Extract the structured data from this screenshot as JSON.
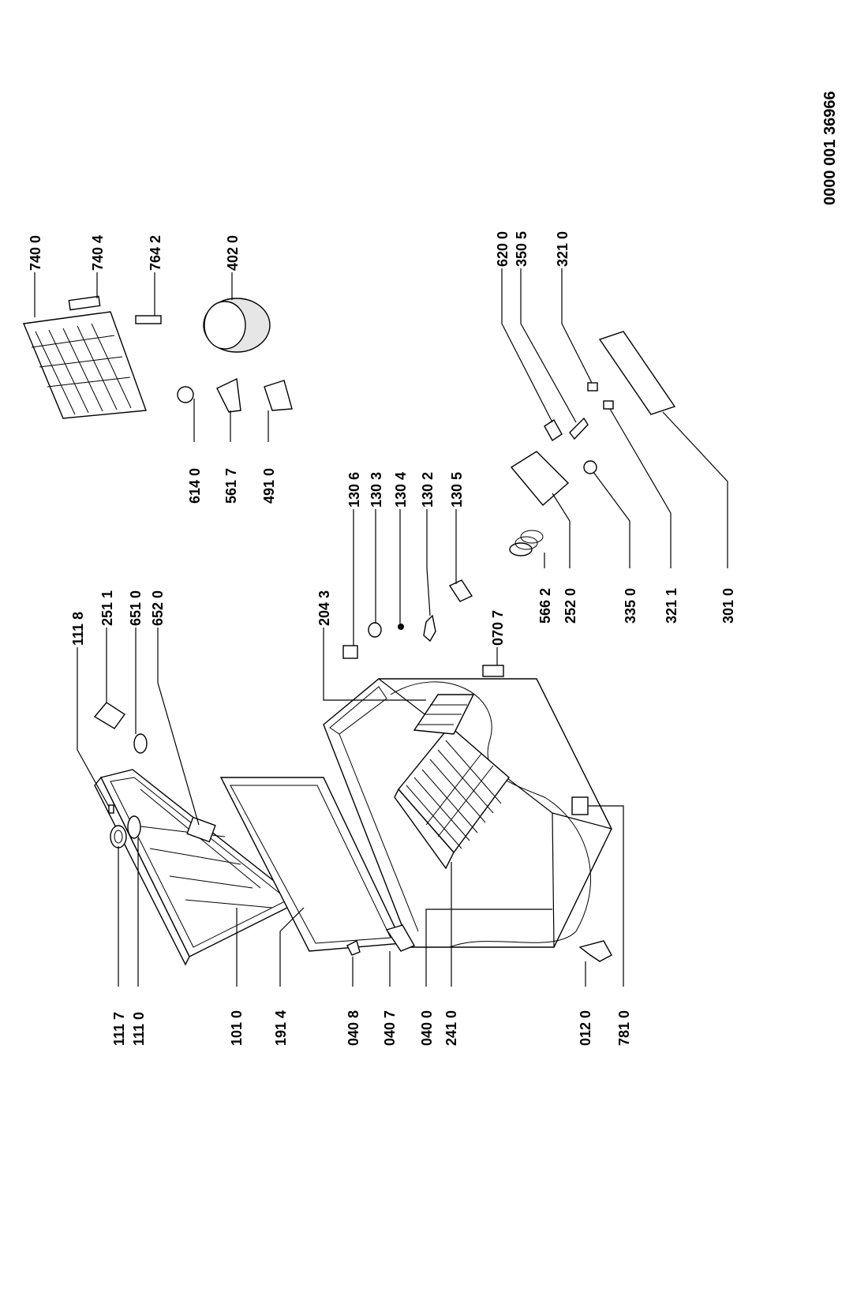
{
  "document_code": "0000 001 36966",
  "labels": {
    "l1117": "111 7",
    "l1110": "111 0",
    "l1010": "101 0",
    "l1914": "191 4",
    "l0408": "040 8",
    "l0407": "040 7",
    "l0400": "040 0",
    "l2410": "241 0",
    "l0120": "012 0",
    "l7810": "781 0",
    "l1118": "111 8",
    "l2511": "251 1",
    "l6510": "651 0",
    "l6520": "652 0",
    "l2043": "204 3",
    "l0707": "070 7",
    "l1306": "130 6",
    "l1303": "130 3",
    "l1304": "130 4",
    "l1302": "130 2",
    "l1305": "130 5",
    "l5662": "566 2",
    "l2520": "252 0",
    "l3350": "335 0",
    "l3211": "321 1",
    "l3010": "301 0",
    "l6140": "614 0",
    "l5617": "561 7",
    "l4910": "491 0",
    "l6200": "620 0",
    "l3505": "350 5",
    "l3210": "321 0",
    "l7400": "740 0",
    "l7404": "740 4",
    "l7642": "764 2",
    "l4020": "402 0"
  }
}
